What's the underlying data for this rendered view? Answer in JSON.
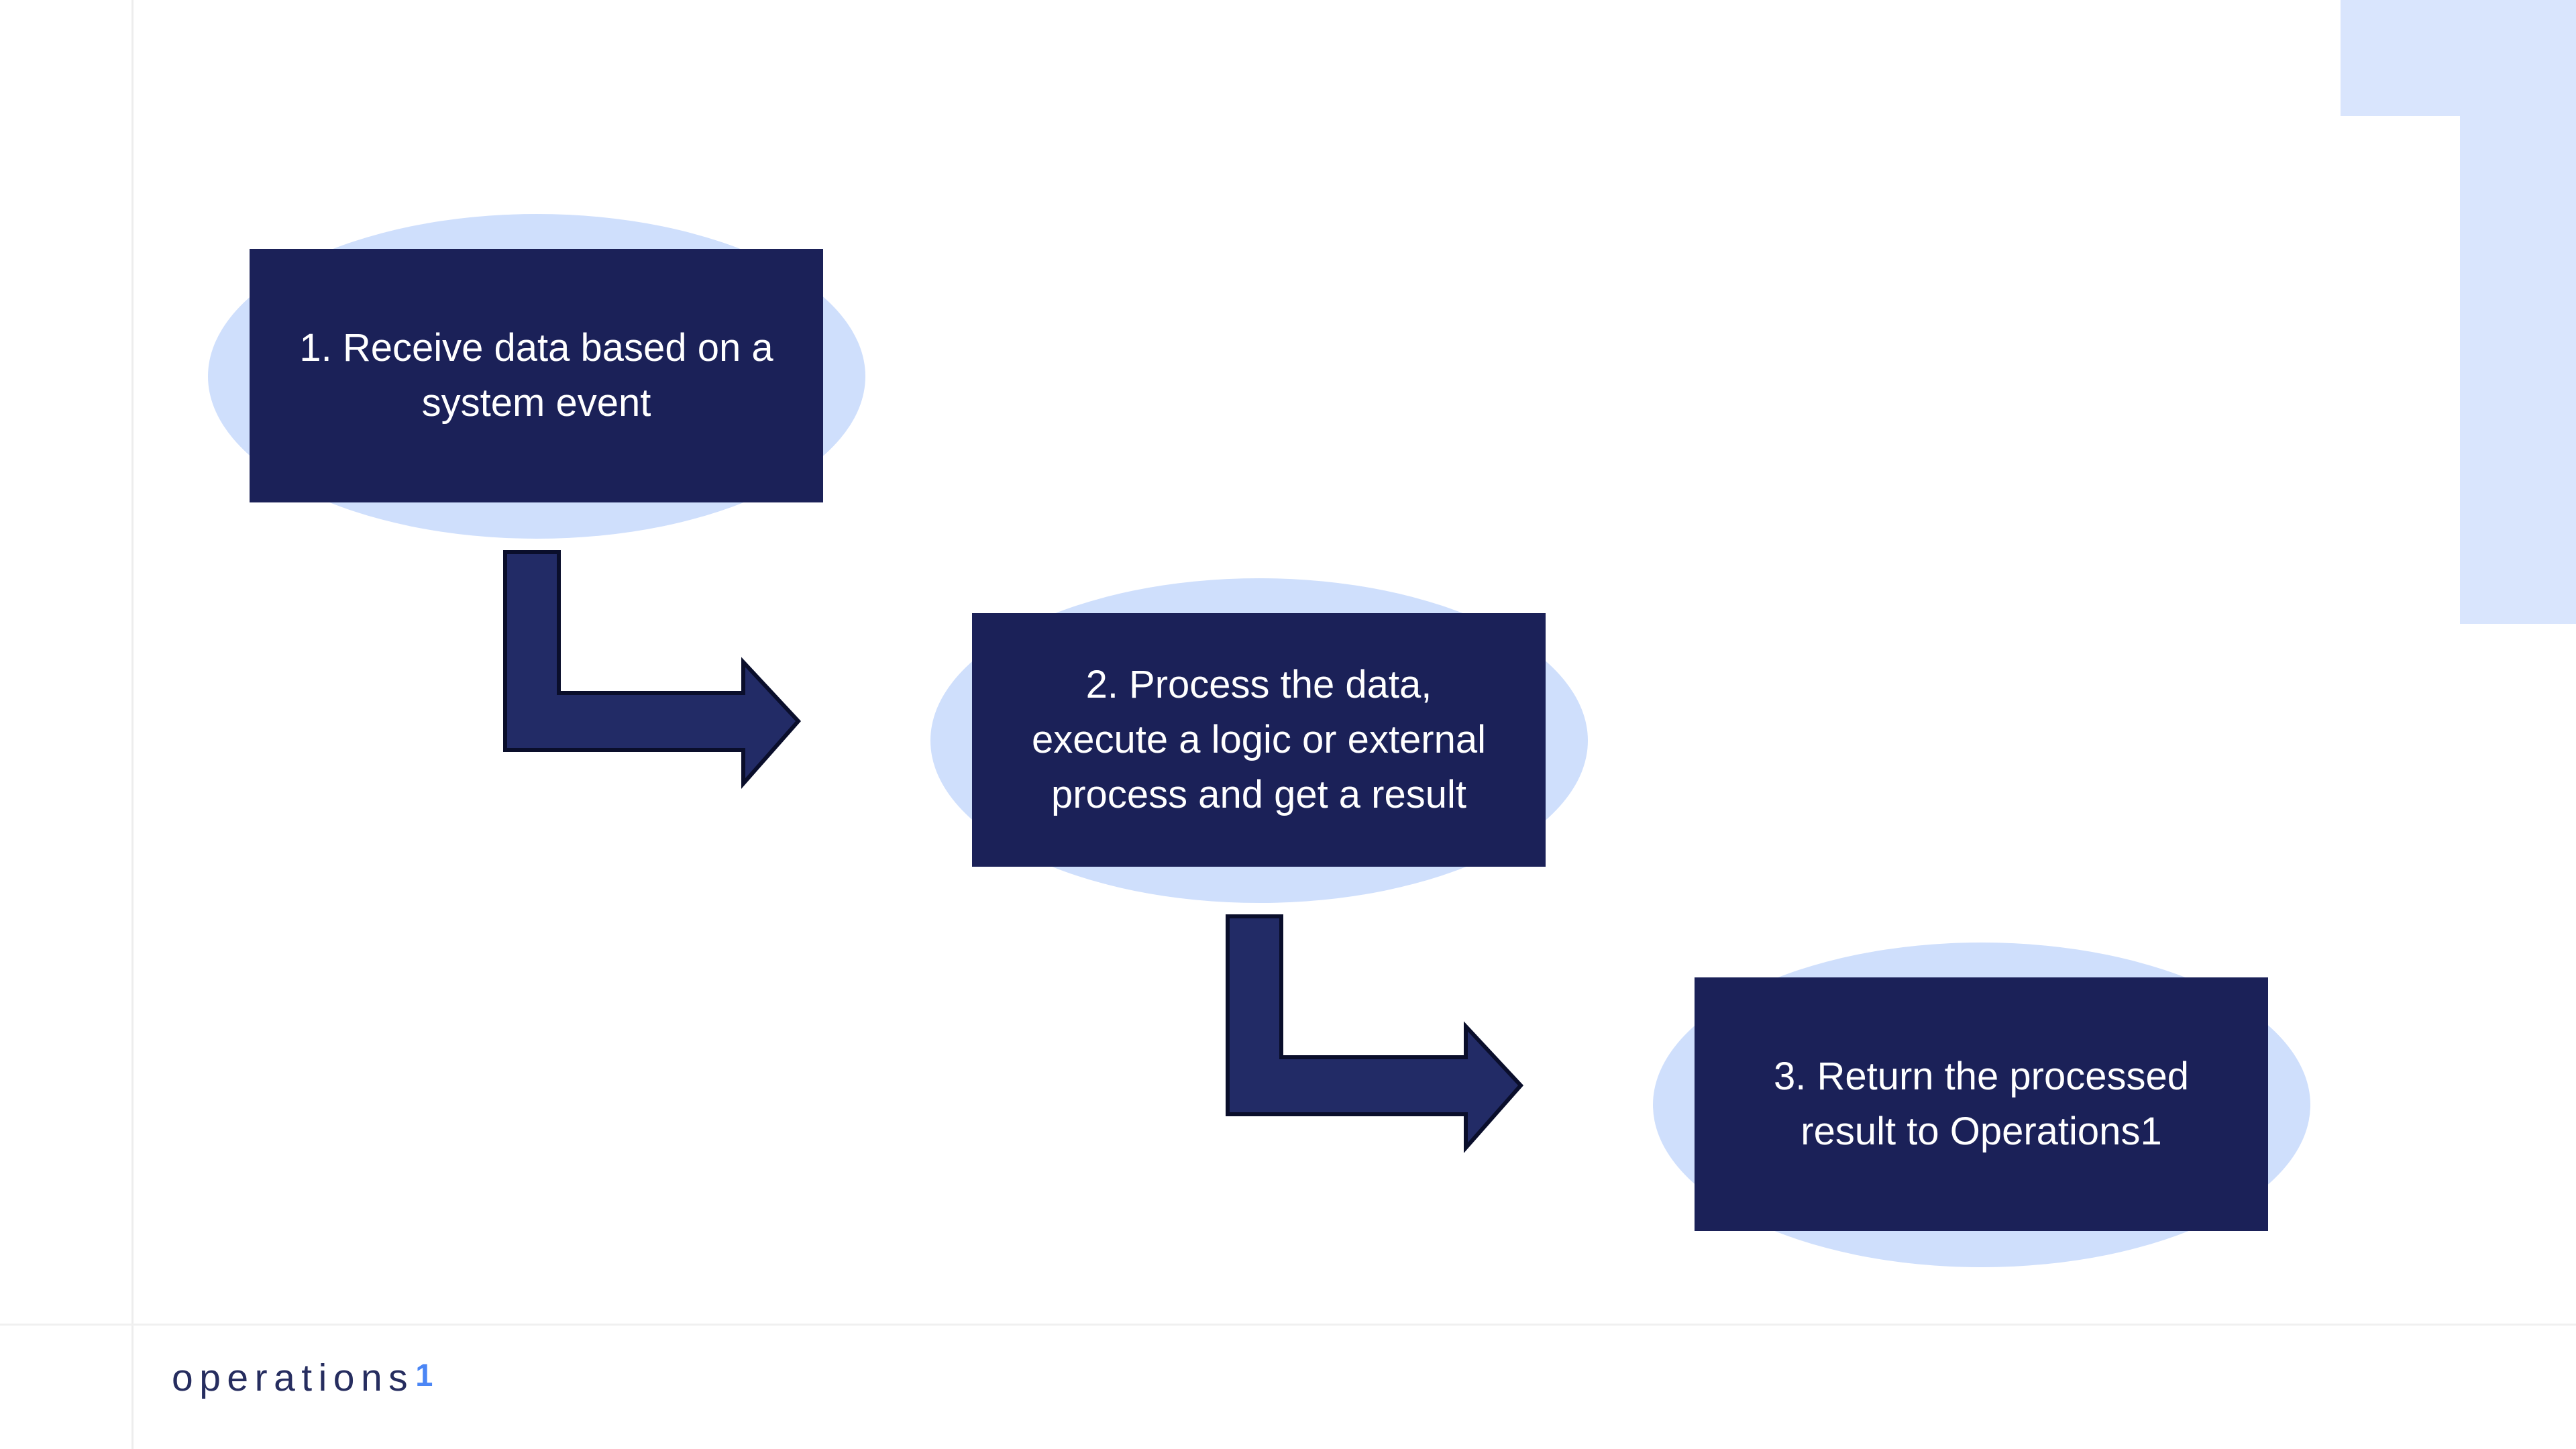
{
  "slide": {
    "type": "three-step-process-flow"
  },
  "steps": [
    {
      "lines": [
        "1. Receive data based on a",
        "system event"
      ]
    },
    {
      "lines": [
        "2. Process the data,",
        "execute a logic or external",
        "process and get a result"
      ]
    },
    {
      "lines": [
        "3. Return the processed",
        "result to Operations1"
      ]
    }
  ],
  "logo": {
    "word": "operations",
    "superscript": "1"
  },
  "colors": {
    "box_bg": "#1b2158",
    "box_text": "#ffffff",
    "arrow_fill": "#222b66",
    "arrow_stroke": "#0a0e2b",
    "ellipse": "#cfdffc",
    "corner_accent": "#d9e5fd",
    "margin_line": "#ededed",
    "footer_line": "#f0f0f0",
    "logo_text": "#262d5f",
    "logo_one": "#4b86f5"
  }
}
